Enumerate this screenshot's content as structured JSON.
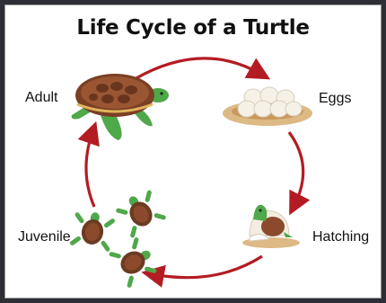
{
  "title": "Life Cycle of a Turtle",
  "stages": {
    "adult": "Adult",
    "eggs": "Eggs",
    "hatching": "Hatching",
    "juvenile": "Juvenile"
  },
  "colors": {
    "arrow": "#b31c22",
    "shell": "#8b4a2b",
    "skin": "#4fa84a",
    "egg": "#f6f1e6",
    "sand": "#ddb985"
  },
  "icons": [
    "adult-turtle-icon",
    "eggs-icon",
    "hatchling-icon",
    "juvenile-turtles-icon"
  ]
}
